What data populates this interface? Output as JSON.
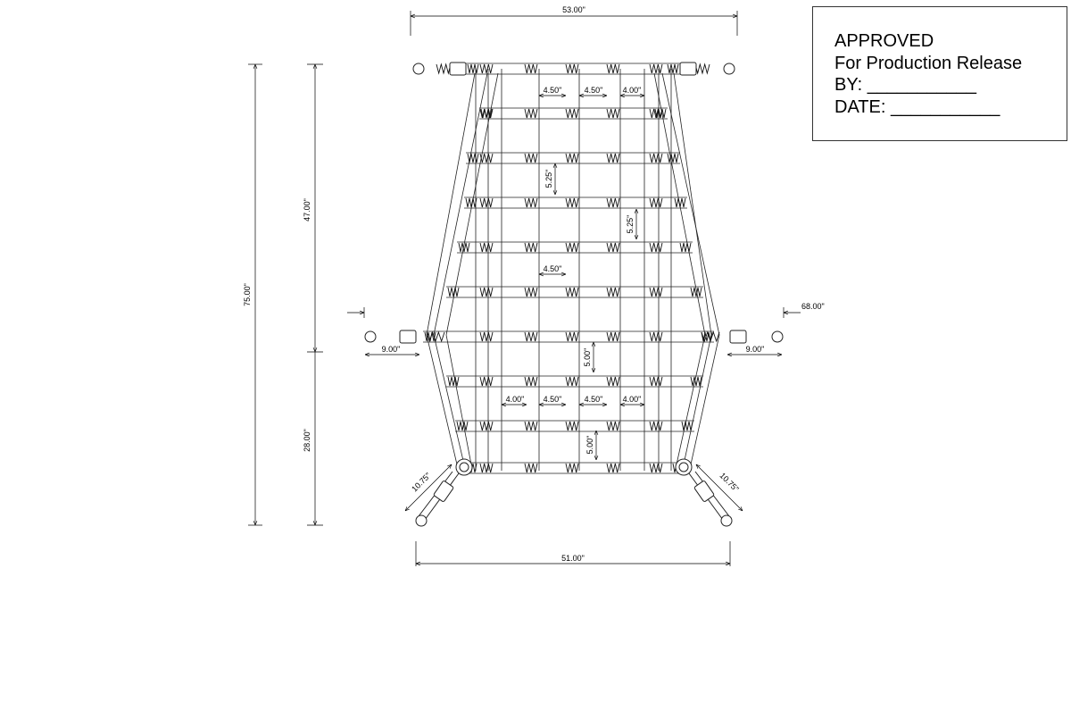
{
  "approval_box": {
    "line1": "APPROVED",
    "line2": "For Production Release",
    "line3": "BY: ___________",
    "line4": "DATE: ___________"
  },
  "dimensions": {
    "top_width": "53.00\"",
    "bottom_width": "51.00\"",
    "overall_height": "75.00\"",
    "upper_height": "47.00\"",
    "lower_height": "28.00\"",
    "right_offset": "68.00\"",
    "left_strap": "9.00\"",
    "right_strap": "9.00\"",
    "left_diag": "10.75\"",
    "right_diag": "10.75\"",
    "top_space_1": "4.50\"",
    "top_space_2": "4.50\"",
    "top_space_3": "4.00\"",
    "mid_space": "4.50\"",
    "vert_1": "5.25\"",
    "vert_2": "5.25\"",
    "vert_3": "5.00\"",
    "vert_4": "5.00\"",
    "low_space_1": "4.00\"",
    "low_space_2": "4.50\"",
    "low_space_3": "4.50\"",
    "low_space_4": "4.00\""
  },
  "colors": {
    "line": "#222222",
    "background": "#ffffff"
  }
}
